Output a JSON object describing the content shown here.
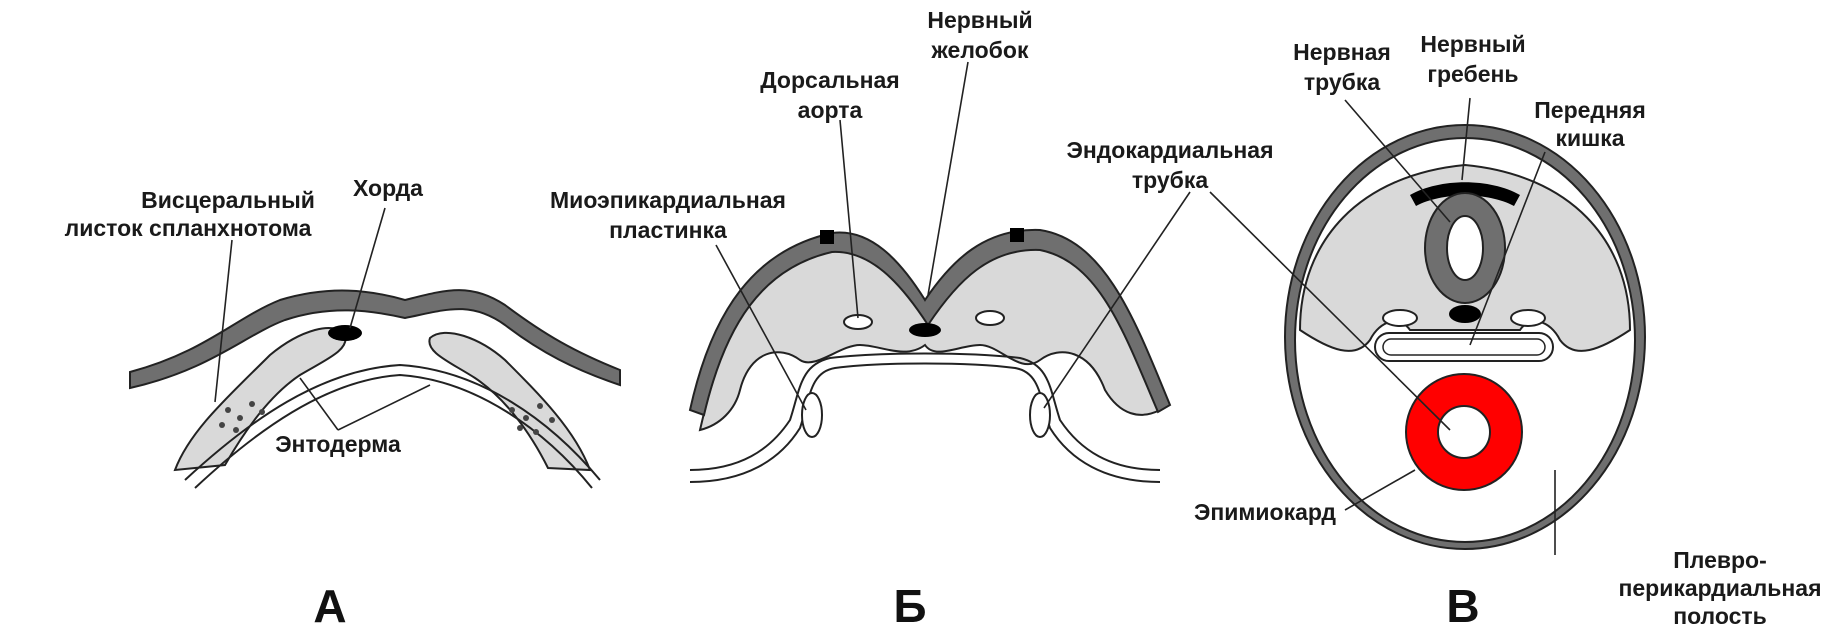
{
  "panels": {
    "a": "А",
    "b": "Б",
    "v": "В"
  },
  "labels": {
    "a_visceral_1": "Висцеральный",
    "a_visceral_2": "листок спланхнотома",
    "a_chorda": "Хорда",
    "a_entoderm": "Энтодерма",
    "b_groove_1": "Нервный",
    "b_groove_2": "желобок",
    "b_aorta_1": "Дорсальная",
    "b_aorta_2": "аорта",
    "b_myo_1": "Миоэпикардиальная",
    "b_myo_2": "пластинка",
    "b_endo_1": "Эндокардиальная",
    "b_endo_2": "трубка",
    "v_tube_1": "Нервная",
    "v_tube_2": "трубка",
    "v_crest_1": "Нервный",
    "v_crest_2": "гребень",
    "v_gut_1": "Передняя",
    "v_gut_2": "кишка",
    "v_epimyo": "Эпимиокард",
    "v_pleuro_1": "Плевро-",
    "v_pleuro_2": "перикардиальная",
    "v_pleuro_3": "полость"
  },
  "colors": {
    "ectoderm": "#6f6f6f",
    "mesoderm": "#d9d9d9",
    "outline": "#222222",
    "heart_highlight": "#ff0000"
  }
}
